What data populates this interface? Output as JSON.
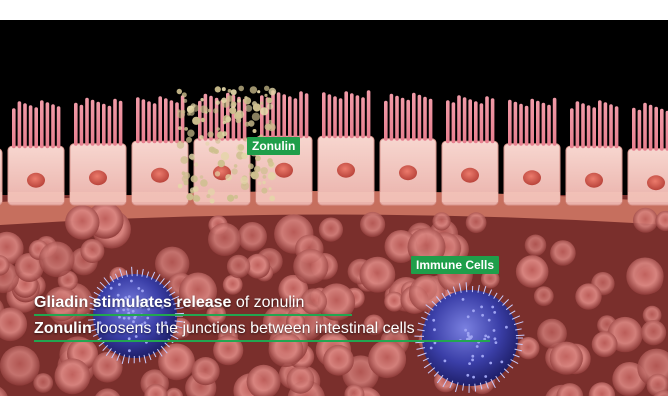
{
  "labels": {
    "zonulin": "Zonulin",
    "immune_cells": "Immune Cells"
  },
  "captions": {
    "line1_bold": "Gliadin stimulates release",
    "line1_rest": " of zonulin",
    "line2_bold": "Zonulin",
    "line2_rest": " loosens the junctions between intestinal cells"
  },
  "colors": {
    "tag_green": "#1f9e4a",
    "rule_green": "#22a650",
    "epithelial_pink": "#f4c9c4",
    "nucleus_red": "#d65a4f",
    "immune_blue": "#3b3fa8"
  }
}
